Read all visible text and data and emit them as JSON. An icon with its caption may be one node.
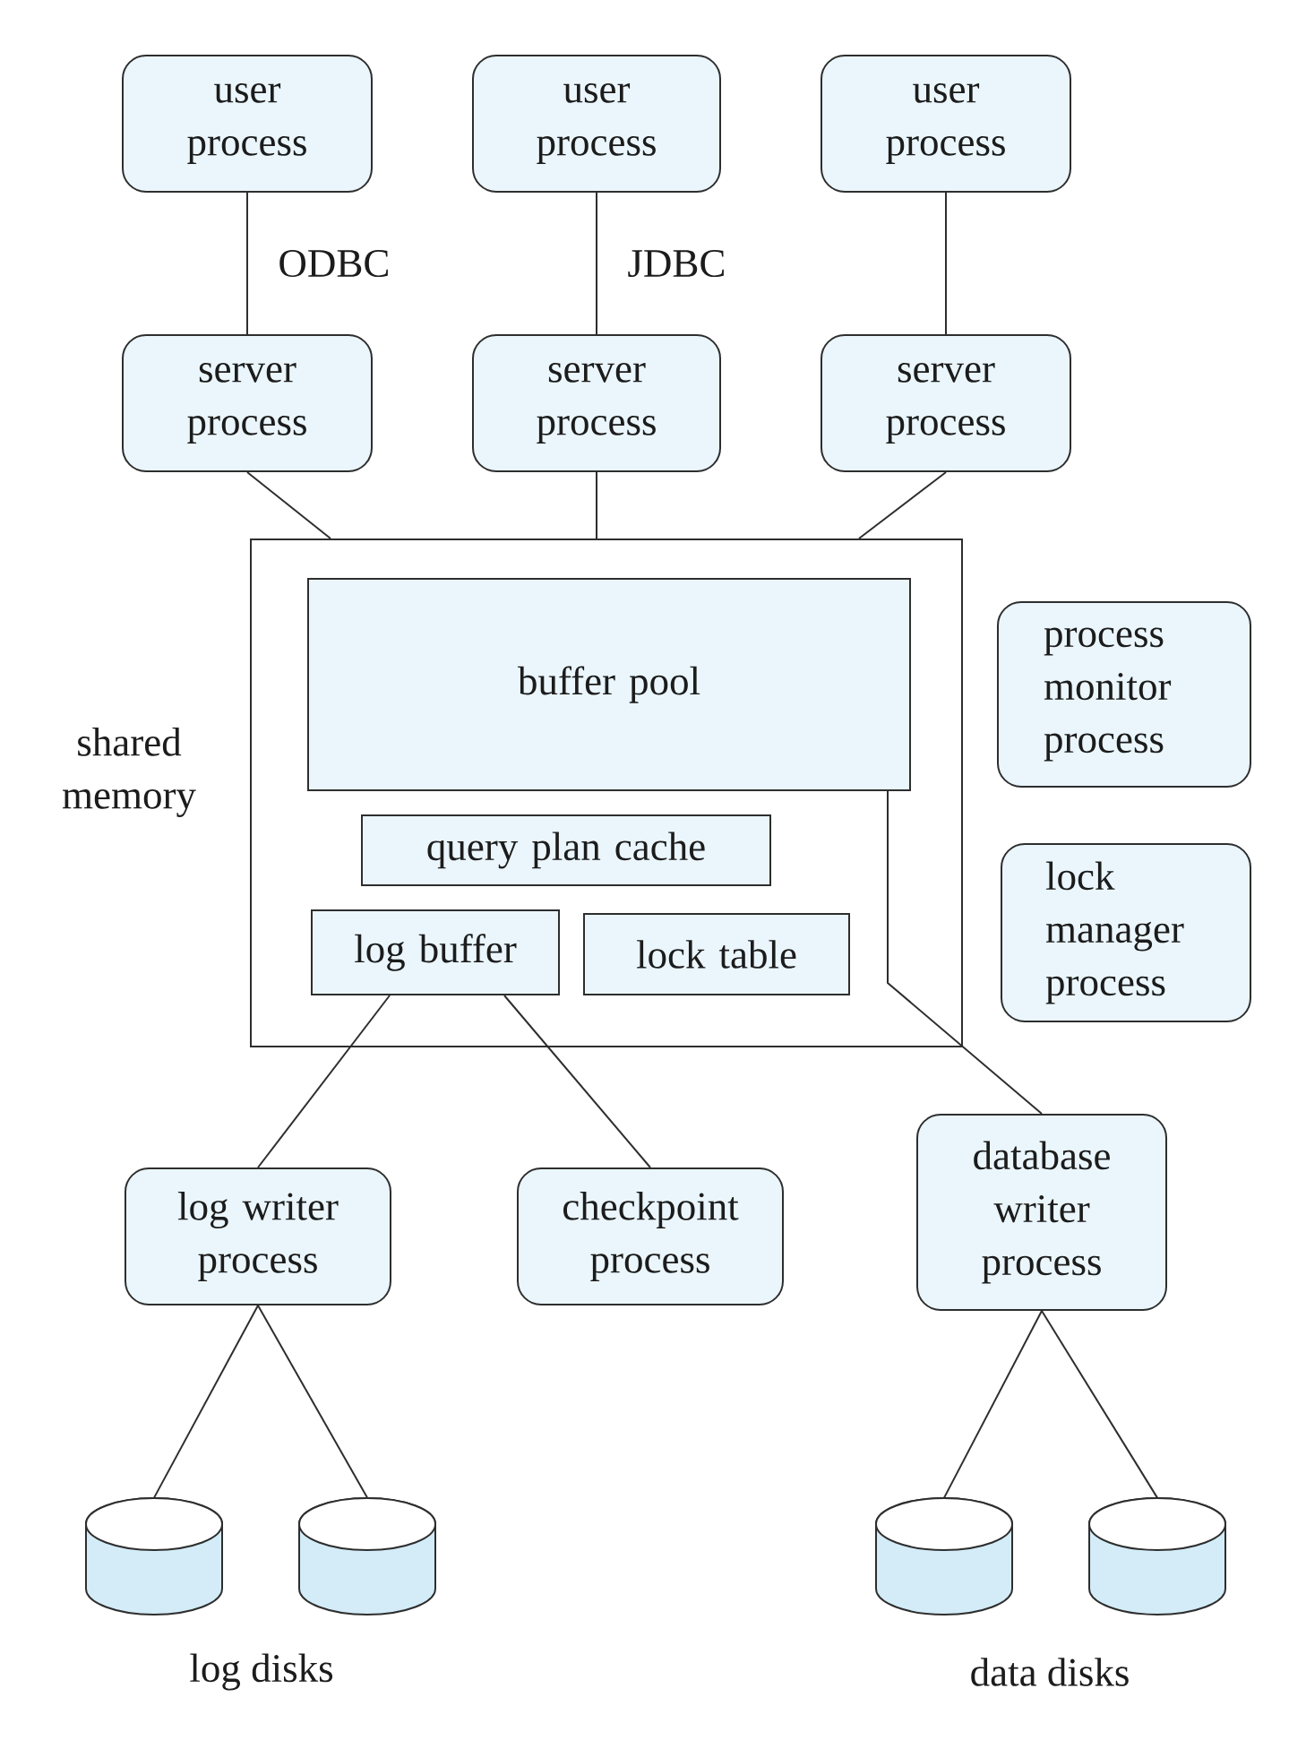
{
  "diagram": {
    "nodes": [
      {
        "text": [
          "user process"
        ]
      },
      {
        "text": [
          "user process"
        ]
      },
      {
        "text": [
          "user process"
        ]
      },
      {
        "text": [
          "server process"
        ]
      },
      {
        "text": [
          "server process"
        ]
      },
      {
        "text": [
          "server process"
        ]
      },
      {
        "text": [
          "shared memory"
        ]
      },
      {
        "text": [
          "buffer pool"
        ],
        "in": 6
      },
      {
        "text": [
          "query plan cache"
        ],
        "in": 6
      },
      {
        "text": [
          "log buffer"
        ],
        "in": 6
      },
      {
        "text": [
          "lock table"
        ],
        "in": 6
      },
      {
        "text": [
          "process monitor process"
        ]
      },
      {
        "text": [
          "lock manager process"
        ]
      },
      {
        "text": [
          "log writer process"
        ]
      },
      {
        "text": [
          "checkpoint process"
        ]
      },
      {
        "text": [
          "database writer process"
        ]
      },
      {
        "text": [],
        "shape": "cylinder"
      },
      {
        "text": [],
        "shape": "cylinder"
      },
      {
        "text": [],
        "shape": "cylinder"
      },
      {
        "text": [],
        "shape": "cylinder"
      }
    ],
    "edges": [
      {
        "from": 0,
        "to": 3,
        "arrow": "none",
        "label": "ODBC"
      },
      {
        "from": 1,
        "to": 4,
        "arrow": "none",
        "label": "JDBC"
      },
      {
        "from": 2,
        "to": 5,
        "arrow": "none"
      },
      {
        "from": 3,
        "to": 6,
        "arrow": "none"
      },
      {
        "from": 4,
        "to": 6,
        "arrow": "none"
      },
      {
        "from": 5,
        "to": 6,
        "arrow": "none"
      },
      {
        "from": 9,
        "to": 13,
        "arrow": "none"
      },
      {
        "from": 9,
        "to": 14,
        "arrow": "none"
      },
      {
        "from": 7,
        "to": 15,
        "arrow": "none"
      },
      {
        "from": 13,
        "to": 16,
        "arrow": "none"
      },
      {
        "from": 13,
        "to": 17,
        "arrow": "none"
      },
      {
        "from": 15,
        "to": 18,
        "arrow": "none"
      },
      {
        "from": 15,
        "to": 19,
        "arrow": "none"
      }
    ],
    "labels": [
      "log disks",
      "data disks"
    ]
  }
}
